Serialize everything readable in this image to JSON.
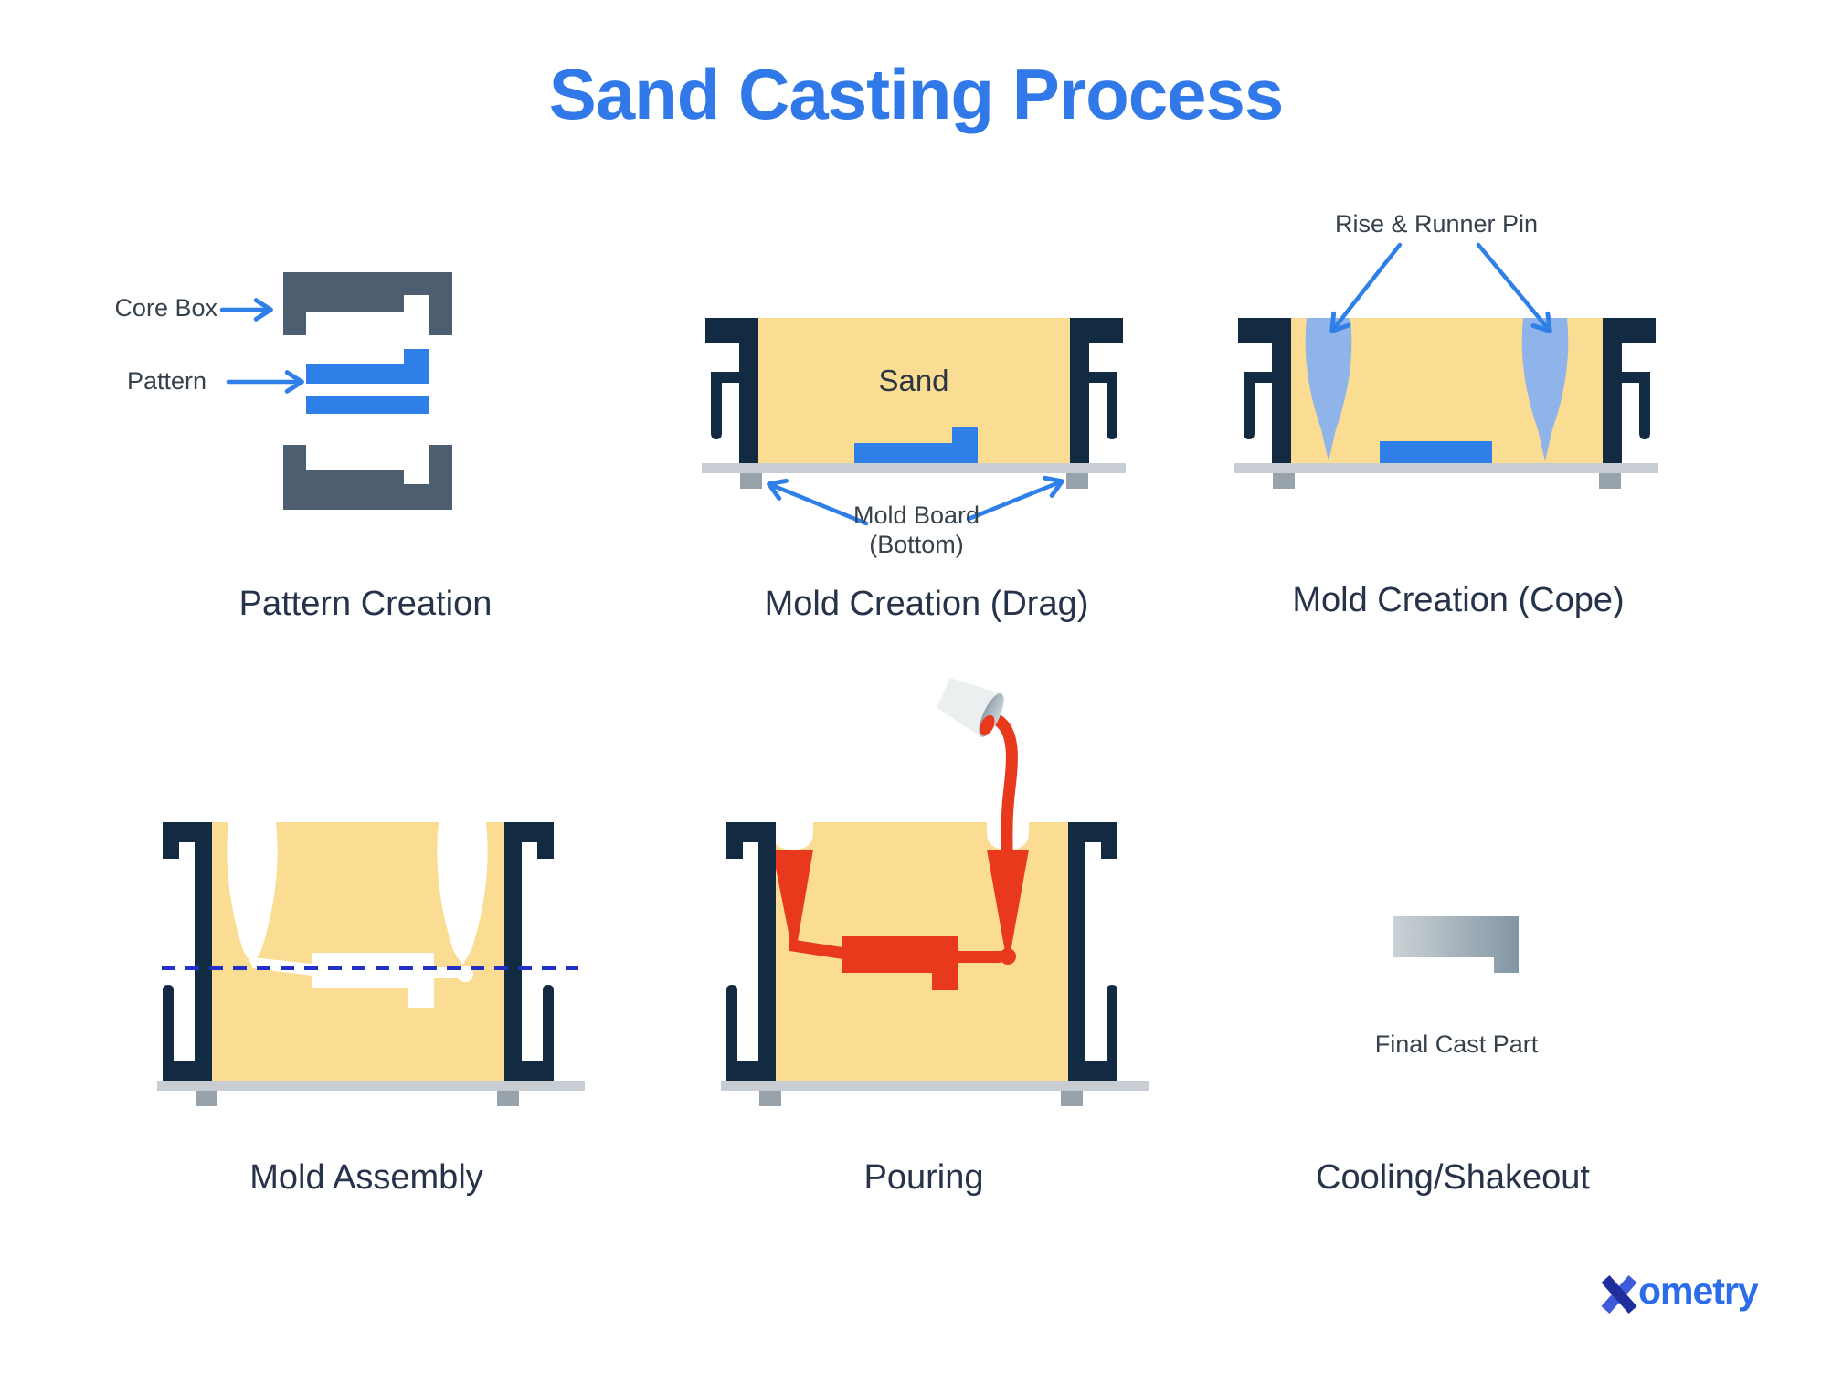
{
  "title": "Sand Casting Process",
  "steps": {
    "pattern_creation": {
      "caption": "Pattern Creation",
      "labels": {
        "core_box": "Core Box",
        "pattern": "Pattern"
      }
    },
    "mold_creation_drag": {
      "caption": "Mold Creation (Drag)",
      "labels": {
        "sand": "Sand",
        "mold_board_line1": "Mold Board",
        "mold_board_line2": "(Bottom)"
      }
    },
    "mold_creation_cope": {
      "caption": "Mold Creation (Cope)",
      "labels": {
        "rise_runner_pin": "Rise & Runner Pin"
      }
    },
    "mold_assembly": {
      "caption": "Mold Assembly"
    },
    "pouring": {
      "caption": "Pouring"
    },
    "cooling_shakeout": {
      "caption": "Cooling/Shakeout",
      "labels": {
        "final_cast_part": "Final Cast Part"
      }
    }
  },
  "logo": {
    "initial": "X",
    "wordmark": "ometry"
  },
  "colors": {
    "title_blue": "#3179E9",
    "pattern_blue": "#2F7FE8",
    "flask_navy": "#132B42",
    "sand_yellow": "#FADC92",
    "core_box_slate": "#4D5E70",
    "molten_red": "#E8391D",
    "pin_light_blue": "#8FB4EA",
    "board_gray": "#C7CDD2",
    "foot_gray": "#98A2AA",
    "parting_line_blue": "#2230C8",
    "caption_navy": "#26334A"
  }
}
